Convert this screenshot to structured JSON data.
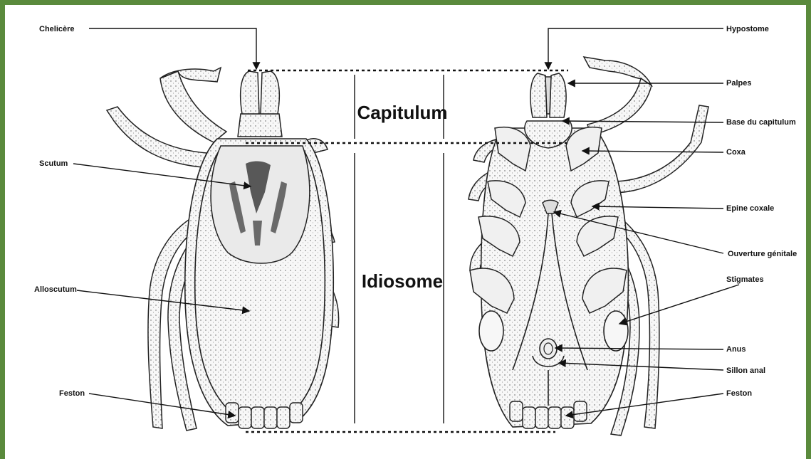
{
  "colors": {
    "frame": "#5a8a3c",
    "ink": "#111111"
  },
  "regions": {
    "capitulum": "Capitulum",
    "idiosome": "Idiosome"
  },
  "labels_left": {
    "chelicere": "Chelicère",
    "scutum": "Scutum",
    "alloscutum": "Alloscutum",
    "feston": "Feston"
  },
  "labels_right": {
    "hypostome": "Hypostome",
    "palpes": "Palpes",
    "base_capitulum": "Base du capitulum",
    "coxa": "Coxa",
    "epine_coxale": "Epine coxale",
    "ouverture_genitale": "Ouverture génitale",
    "stigmates": "Stigmates",
    "anus": "Anus",
    "sillon_anal": "Sillon anal",
    "feston": "Feston"
  }
}
